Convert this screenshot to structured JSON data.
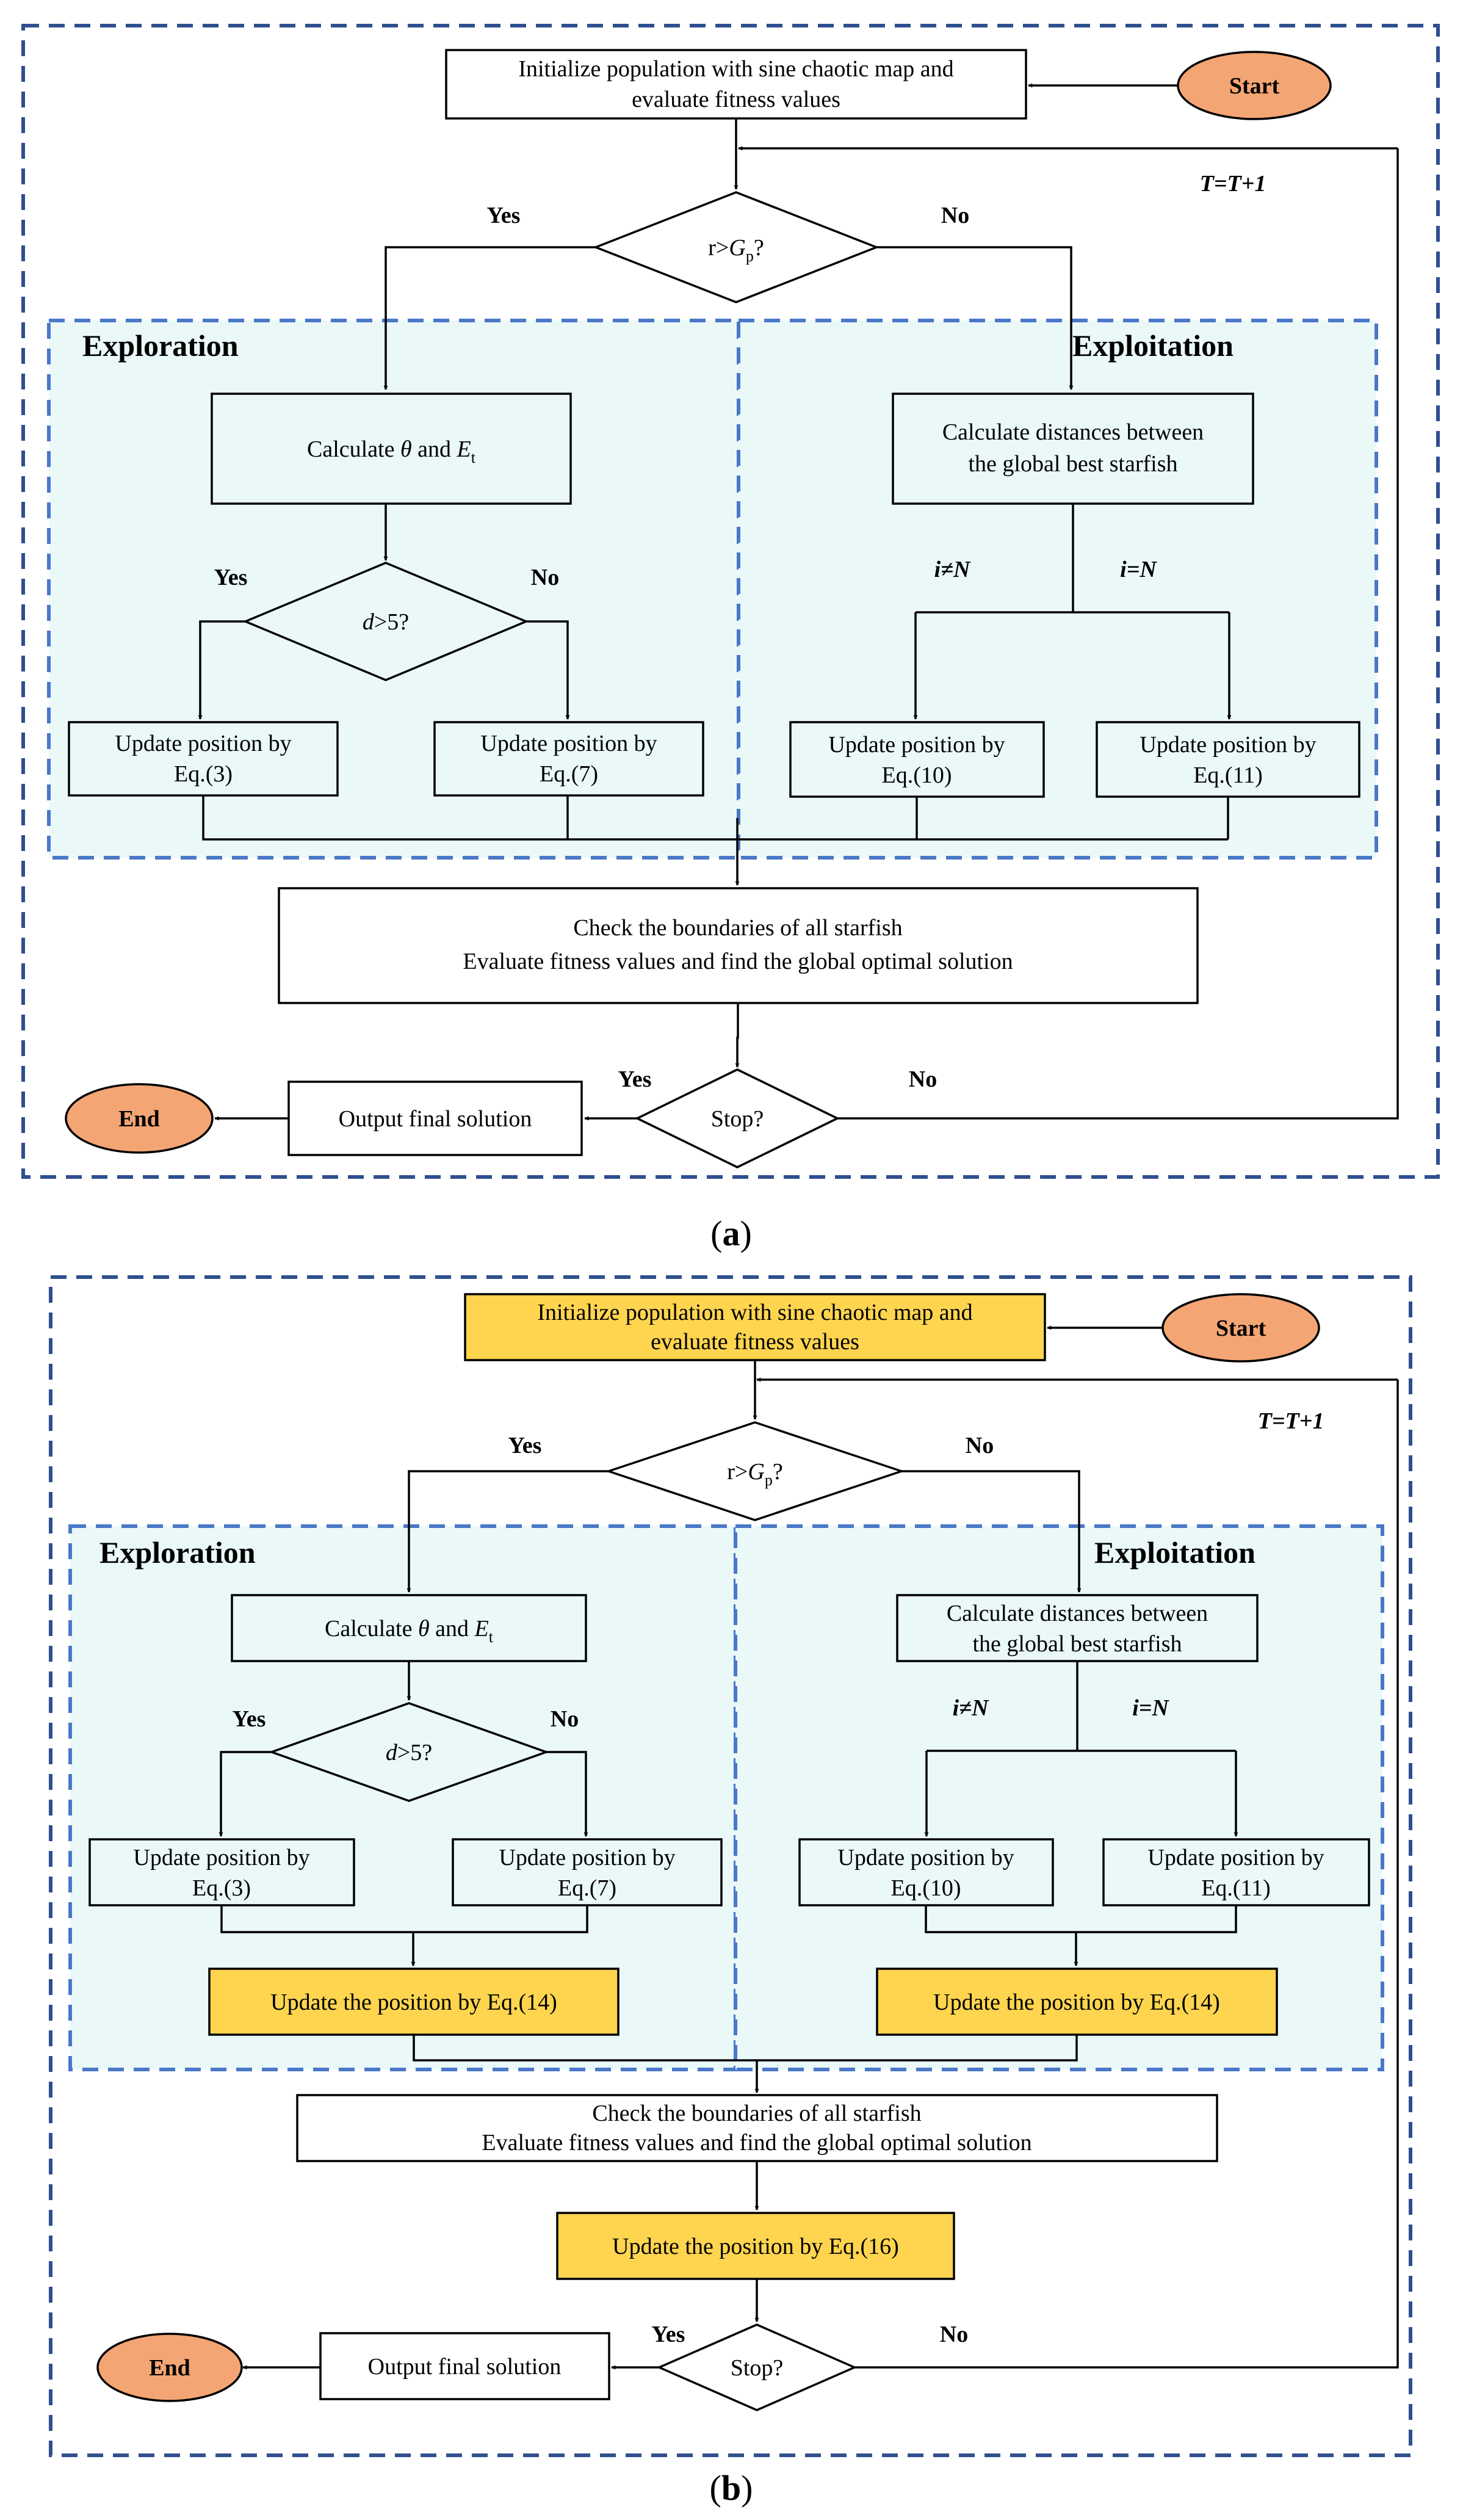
{
  "colors": {
    "border_dash": "#2F4F8F",
    "region_dash": "#4A78C8",
    "region_fill": "#EAF8F8",
    "oval_fill": "#F4A574",
    "highlight_fill": "#FFD54F",
    "line": "#000000",
    "box_fill": "#FFFFFF"
  },
  "shared": {
    "init_line1": "Initialize population with sine chaotic map and",
    "init_line2": "evaluate fitness values",
    "start": "Start",
    "end": "End",
    "iteration": "T=T+1",
    "cond_main_pre": "r>",
    "cond_main_G": "G",
    "cond_main_sub": "p",
    "cond_main_post": "?",
    "yes": "Yes",
    "no": "No",
    "exploration": "Exploration",
    "exploitation": "Exploitation",
    "calc_theta_pre": "Calculate ",
    "calc_theta_sym": "θ",
    "calc_theta_mid": " and ",
    "calc_theta_E": "E",
    "calc_theta_sub": "t",
    "cond_d_sym": "d",
    "cond_d_post": ">5?",
    "calc_dist_line1": "Calculate distances between",
    "calc_dist_line2": "the global best starfish",
    "i_neq_i": "i",
    "i_neq_rest": "≠N",
    "i_eq_i": "i",
    "i_eq_rest": "=N",
    "update_by": "Update position by",
    "eq3": "Eq.(3)",
    "eq7": "Eq.(7)",
    "eq10": "Eq.(10)",
    "eq11": "Eq.(11)",
    "check_line1": "Check the boundaries of all starfish",
    "check_line2": "Evaluate fitness values and find the global optimal solution",
    "stop": "Stop?",
    "output": "Output final solution",
    "update_eq14": "Update the position by Eq.(14)",
    "update_eq16": "Update the position by Eq.(16)"
  },
  "captions": {
    "a_open": "(",
    "a_letter": "a",
    "a_close": ")",
    "b_open": "(",
    "b_letter": "b",
    "b_close": ")"
  }
}
